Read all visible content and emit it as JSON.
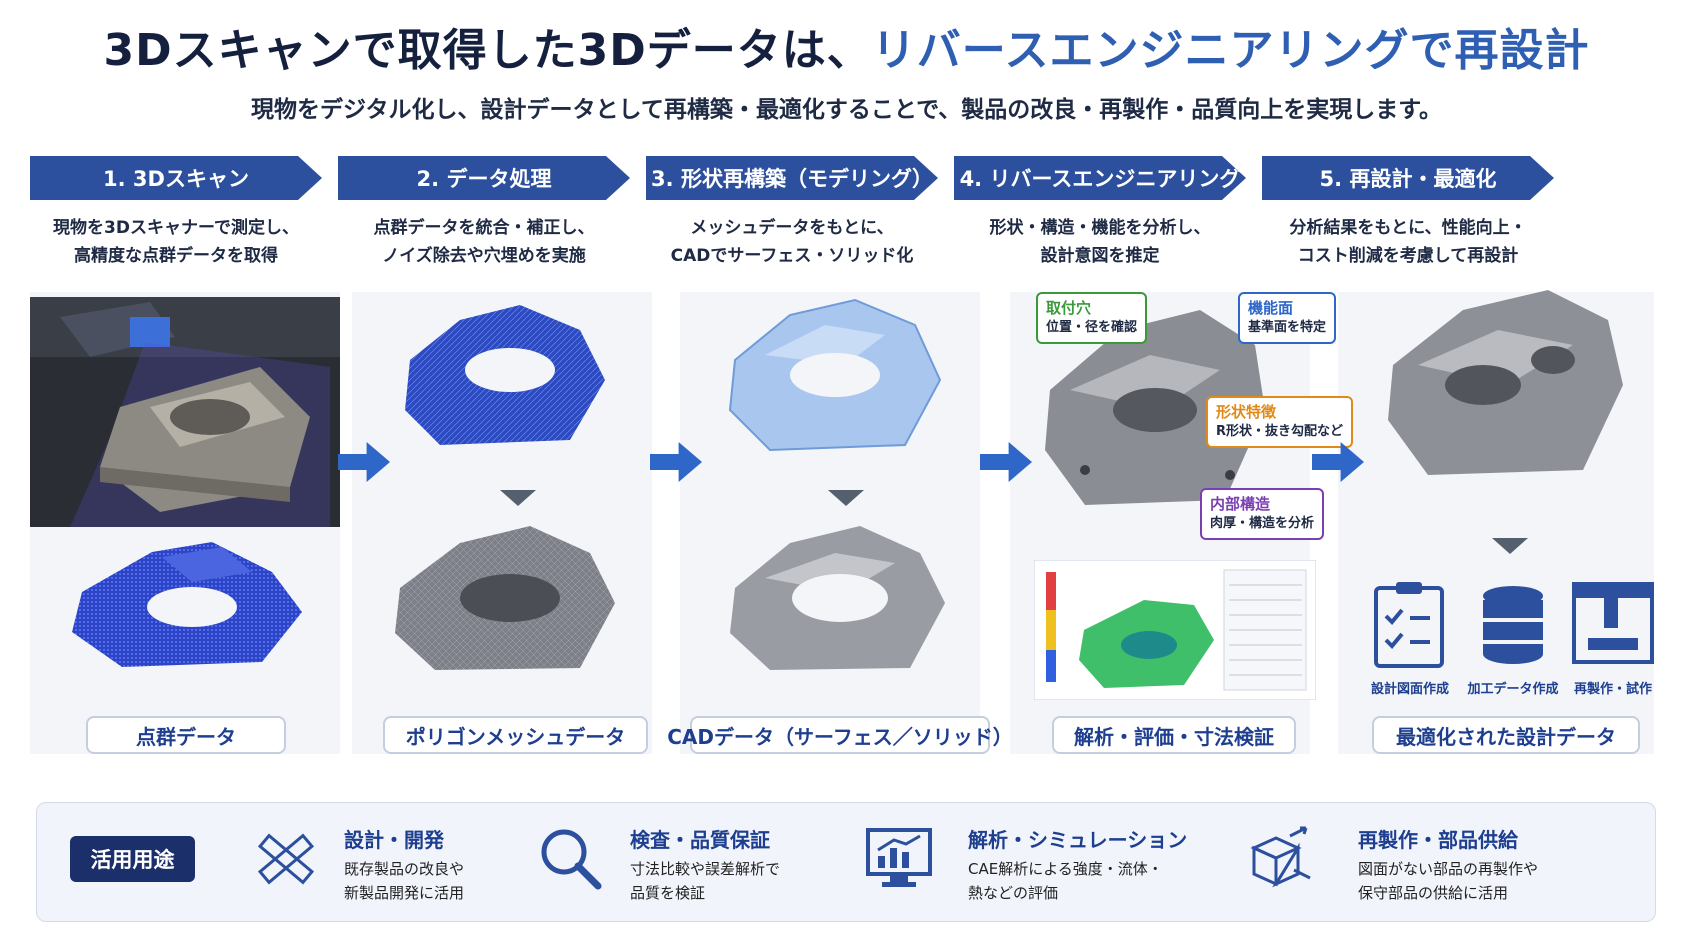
{
  "title": {
    "main": "3Dスキャンで取得した3Dデータは、",
    "accent": "リバースエンジニアリングで再設計"
  },
  "subtitle": "現物をデジタル化し、設計データとして再構築・最適化することで、製品の改良・再製作・品質向上を実現します。",
  "steps": [
    {
      "header": "1. 3Dスキャン",
      "desc1": "現物を3Dスキャナーで測定し、",
      "desc2": "高精度な点群データを取得",
      "caption": "点群データ"
    },
    {
      "header": "2. データ処理",
      "desc1": "点群データを統合・補正し、",
      "desc2": "ノイズ除去や穴埋めを実施",
      "caption": "ポリゴンメッシュデータ"
    },
    {
      "header": "3. 形状再構築（モデリング）",
      "desc1": "メッシュデータをもとに、",
      "desc2": "CADでサーフェス・ソリッド化",
      "caption": "CADデータ（サーフェス／ソリッド）"
    },
    {
      "header": "4. リバースエンジニアリング",
      "desc1": "形状・構造・機能を分析し、",
      "desc2": "設計意図を推定",
      "caption": "解析・評価・寸法検証"
    },
    {
      "header": "5. 再設計・最適化",
      "desc1": "分析結果をもとに、性能向上・",
      "desc2": "コスト削減を考慮して再設計",
      "caption": "最適化された設計データ"
    }
  ],
  "callouts": [
    {
      "title": "取付穴",
      "text": "位置・径を確認",
      "color": "#3a9a3a"
    },
    {
      "title": "機能面",
      "text": "基準面を特定",
      "color": "#2f67c8"
    },
    {
      "title": "形状特徴",
      "text": "R形状・抜き勾配など",
      "color": "#e08a1a"
    },
    {
      "title": "内部構造",
      "text": "肉厚・構造を分析",
      "color": "#7a3fb0"
    }
  ],
  "outputs": [
    {
      "icon": "clipboard-checklist-icon",
      "label": "設計図面作成"
    },
    {
      "icon": "database-icon",
      "label": "加工データ作成"
    },
    {
      "icon": "machine-tool-icon",
      "label": "再製作・試作"
    }
  ],
  "uses": {
    "badge": "活用用途",
    "items": [
      {
        "icon": "ruler-pencil-icon",
        "title": "設計・開発",
        "line1": "既存製品の改良や",
        "line2": "新製品開発に活用"
      },
      {
        "icon": "magnifier-icon",
        "title": "検査・品質保証",
        "line1": "寸法比較や誤差解析で",
        "line2": "品質を検証"
      },
      {
        "icon": "monitor-chart-icon",
        "title": "解析・シミュレーション",
        "line1": "CAE解析による強度・流体・",
        "line2": "熱などの評価"
      },
      {
        "icon": "box-arrows-icon",
        "title": "再製作・部品供給",
        "line1": "図面がない部品の再製作や",
        "line2": "保守部品の供給に活用"
      }
    ]
  },
  "colors": {
    "primary": "#2c4f9e",
    "accent": "#2f5fb3",
    "navy": "#1b2f6b"
  }
}
